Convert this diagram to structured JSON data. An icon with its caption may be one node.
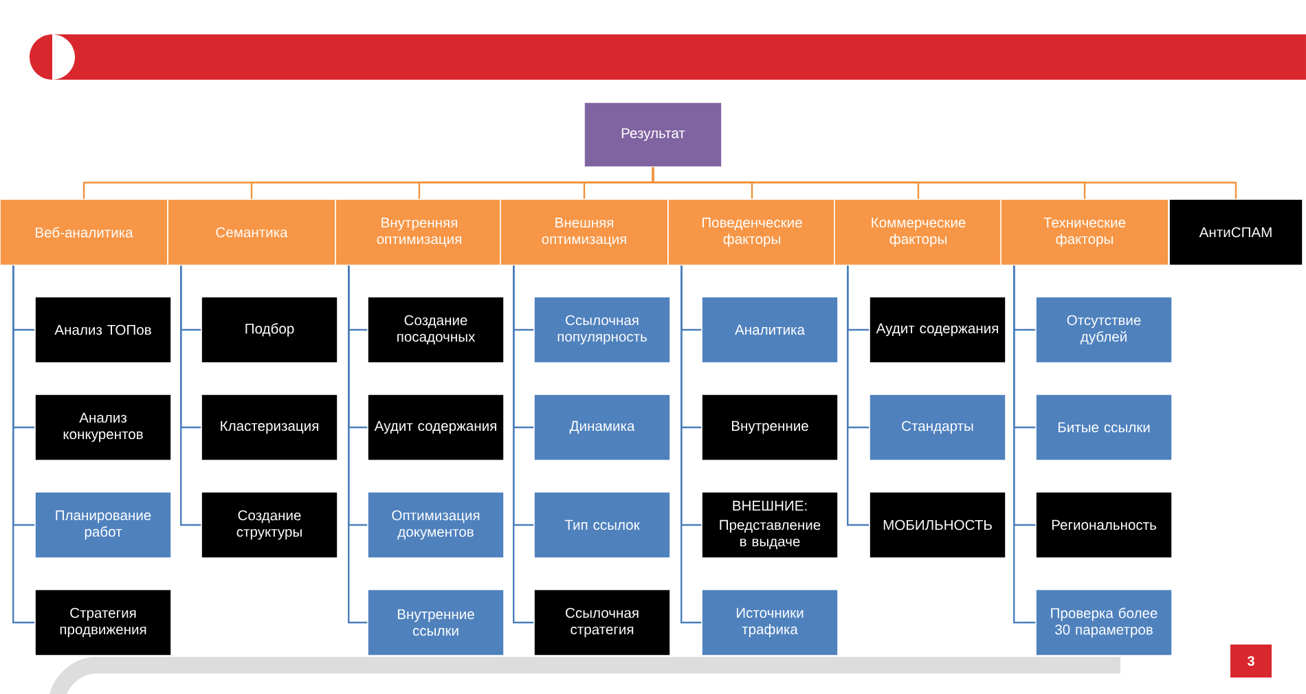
{
  "diagram": {
    "nodes": [
      {
        "text": [
          "Результат"
        ]
      },
      {
        "text": [
          "Веб-аналитика"
        ]
      },
      {
        "text": [
          "Семантика"
        ]
      },
      {
        "text": [
          "Внутренняя оптимизация"
        ]
      },
      {
        "text": [
          "Внешняя оптимизация"
        ]
      },
      {
        "text": [
          "Поведенческие факторы"
        ]
      },
      {
        "text": [
          "Коммерческие факторы"
        ]
      },
      {
        "text": [
          "Технические факторы"
        ]
      },
      {
        "text": [
          "АнтиСПАМ"
        ]
      },
      {
        "text": [
          "Анализ ТОПов"
        ]
      },
      {
        "text": [
          "Анализ конкурентов"
        ]
      },
      {
        "text": [
          "Планирование работ"
        ]
      },
      {
        "text": [
          "Стратегия продвижения"
        ]
      },
      {
        "text": [
          "Подбор"
        ]
      },
      {
        "text": [
          "Кластеризация"
        ]
      },
      {
        "text": [
          "Создание структуры"
        ]
      },
      {
        "text": [
          "Создание посадочных"
        ]
      },
      {
        "text": [
          "Аудит содержания"
        ]
      },
      {
        "text": [
          "Оптимизация документов"
        ]
      },
      {
        "text": [
          "Внутренние ссылки"
        ]
      },
      {
        "text": [
          "Ссылочная популярность"
        ]
      },
      {
        "text": [
          "Динамика"
        ]
      },
      {
        "text": [
          "Тип ссылок"
        ]
      },
      {
        "text": [
          "Ссылочная стратегия"
        ]
      },
      {
        "text": [
          "Аналитика"
        ]
      },
      {
        "text": [
          "Внутренние"
        ]
      },
      {
        "text": [
          "ВНЕШНИЕ:",
          "Представление в выдаче"
        ]
      },
      {
        "text": [
          "Источники трафика"
        ]
      },
      {
        "text": [
          "Аудит содержания"
        ]
      },
      {
        "text": [
          "Стандарты"
        ]
      },
      {
        "text": [
          "МОБИЛЬНОСТЬ"
        ]
      },
      {
        "text": [
          "Отсутствие дублей"
        ]
      },
      {
        "text": [
          "Битые ссылки"
        ]
      },
      {
        "text": [
          "Региональность"
        ]
      },
      {
        "text": [
          "Проверка более 30 параметров"
        ]
      }
    ],
    "edges": [
      {
        "from": 0,
        "to": 1,
        "arrow": "none",
        "color": "#f0913a"
      },
      {
        "from": 0,
        "to": 2,
        "arrow": "none",
        "color": "#f0913a"
      },
      {
        "from": 0,
        "to": 3,
        "arrow": "none",
        "color": "#f0913a"
      },
      {
        "from": 0,
        "to": 4,
        "arrow": "none",
        "color": "#f0913a"
      },
      {
        "from": 0,
        "to": 5,
        "arrow": "none",
        "color": "#f0913a"
      },
      {
        "from": 0,
        "to": 6,
        "arrow": "none",
        "color": "#f0913a"
      },
      {
        "from": 0,
        "to": 7,
        "arrow": "none",
        "color": "#f0913a"
      },
      {
        "from": 0,
        "to": 8,
        "arrow": "none",
        "color": "#f0913a"
      },
      {
        "from": 1,
        "to": 9,
        "arrow": "none"
      },
      {
        "from": 1,
        "to": 10,
        "arrow": "none"
      },
      {
        "from": 1,
        "to": 11,
        "arrow": "none"
      },
      {
        "from": 1,
        "to": 12,
        "arrow": "none"
      },
      {
        "from": 2,
        "to": 13,
        "arrow": "none"
      },
      {
        "from": 2,
        "to": 14,
        "arrow": "none"
      },
      {
        "from": 2,
        "to": 15,
        "arrow": "none"
      },
      {
        "from": 3,
        "to": 16,
        "arrow": "none"
      },
      {
        "from": 3,
        "to": 17,
        "arrow": "none"
      },
      {
        "from": 3,
        "to": 18,
        "arrow": "none"
      },
      {
        "from": 3,
        "to": 19,
        "arrow": "none"
      },
      {
        "from": 4,
        "to": 20,
        "arrow": "none"
      },
      {
        "from": 4,
        "to": 21,
        "arrow": "none"
      },
      {
        "from": 4,
        "to": 22,
        "arrow": "none"
      },
      {
        "from": 4,
        "to": 23,
        "arrow": "none"
      },
      {
        "from": 5,
        "to": 24,
        "arrow": "none"
      },
      {
        "from": 5,
        "to": 25,
        "arrow": "none"
      },
      {
        "from": 5,
        "to": 26,
        "arrow": "none"
      },
      {
        "from": 5,
        "to": 27,
        "arrow": "none"
      },
      {
        "from": 6,
        "to": 28,
        "arrow": "none"
      },
      {
        "from": 6,
        "to": 29,
        "arrow": "none"
      },
      {
        "from": 6,
        "to": 30,
        "arrow": "none"
      },
      {
        "from": 7,
        "to": 31,
        "arrow": "none"
      },
      {
        "from": 7,
        "to": 32,
        "arrow": "none"
      },
      {
        "from": 7,
        "to": 33,
        "arrow": "none"
      },
      {
        "from": 7,
        "to": 34,
        "arrow": "none"
      }
    ],
    "labels": [
      "3"
    ]
  }
}
